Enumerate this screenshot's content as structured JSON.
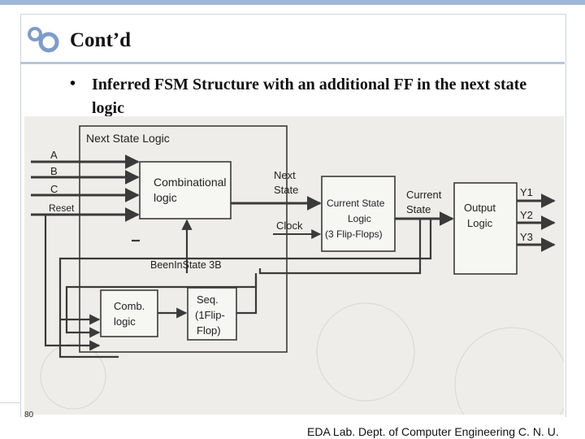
{
  "slide": {
    "title": "Cont’d",
    "bullet": "Inferred FSM Structure with an additional FF in the next state logic",
    "bullet_marker": "•",
    "page_number": "80",
    "footer": "EDA Lab. Dept. of Computer Engineering C. N. U."
  },
  "diagram": {
    "next_state_logic_label": "Next State Logic",
    "inputs": [
      "A",
      "B",
      "C",
      "Reset"
    ],
    "combinational_logic_label": [
      "Combinational",
      "logic"
    ],
    "next_state_label": [
      "Next",
      "State"
    ],
    "clock_label": "Clock",
    "current_state_logic_label": [
      "Current State",
      "Logic",
      "(3 Flip-Flops)"
    ],
    "current_state_label": [
      "Current",
      "State"
    ],
    "output_logic_label": [
      "Output",
      "Logic"
    ],
    "outputs": [
      "Y1",
      "Y2",
      "Y3"
    ],
    "been_in_state_label": "BeenInState 3B",
    "comb_logic_label": [
      "Comb.",
      "logic"
    ],
    "seq_label": [
      "Seq.",
      "(1Flip-",
      "Flop)"
    ]
  },
  "colors": {
    "paper": "#eeede9",
    "box_fill": "#f6f6f3",
    "line": "#3a3a3a",
    "frame": "#c9d4e4",
    "title_rule": "#b7c7dd",
    "logo_ring": "#7f9cc6"
  }
}
